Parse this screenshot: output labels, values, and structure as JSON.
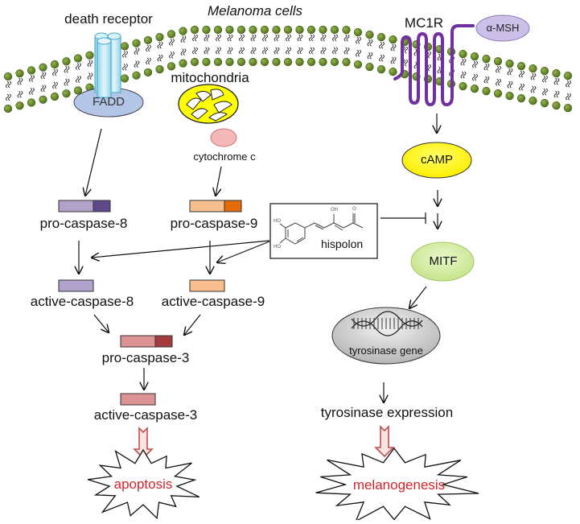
{
  "title": "Melanoma cells",
  "membrane": {
    "color_head": "#6b8e23",
    "color_head_dark": "#3f5a12"
  },
  "apoptosis_pathway": {
    "death_receptor_label": "death receptor",
    "fadd_label": "FADD",
    "mitochondria_label": "mitochondria",
    "cytochrome_label": "cytochrome c",
    "pro_caspase_8": "pro-caspase-8",
    "pro_caspase_9": "pro-caspase-9",
    "active_caspase_8": "active-caspase-8",
    "active_caspase_9": "active-caspase-9",
    "pro_caspase_3": "pro-caspase-3",
    "active_caspase_3": "active-caspase-3",
    "outcome": "apoptosis"
  },
  "melanogenesis_pathway": {
    "receptor_label": "MC1R",
    "ligand_label": "α-MSH",
    "camp_label": "cAMP",
    "mitf_label": "MITF",
    "gene_label": "tyrosinase gene",
    "expression_label": "tyrosinase expression",
    "outcome": "melanogenesis"
  },
  "compound": {
    "name": "hispolon",
    "atom_labels": [
      "HO",
      "HO",
      "OH",
      "O"
    ]
  },
  "colors": {
    "caspase8_light": "#b1a2cb",
    "caspase8_dark": "#5e4a8b",
    "caspase9_light": "#f8be8e",
    "caspase9_dark": "#e46c0a",
    "caspase3_light": "#db9394",
    "caspase3_dark": "#a43b3d",
    "outcome_text": "#d2232a",
    "outcome_arrow": "#c0504d",
    "mc1r": "#7030a0",
    "camp": "#ffff00",
    "mitf": "#d7eda0",
    "msh": "#ccc0e8",
    "fadd": "#b3c6e7",
    "receptor": "#b7e6f4",
    "mito": "#ffff00",
    "cytc": "#f4b8b8",
    "gene": "#d9d9d9"
  }
}
